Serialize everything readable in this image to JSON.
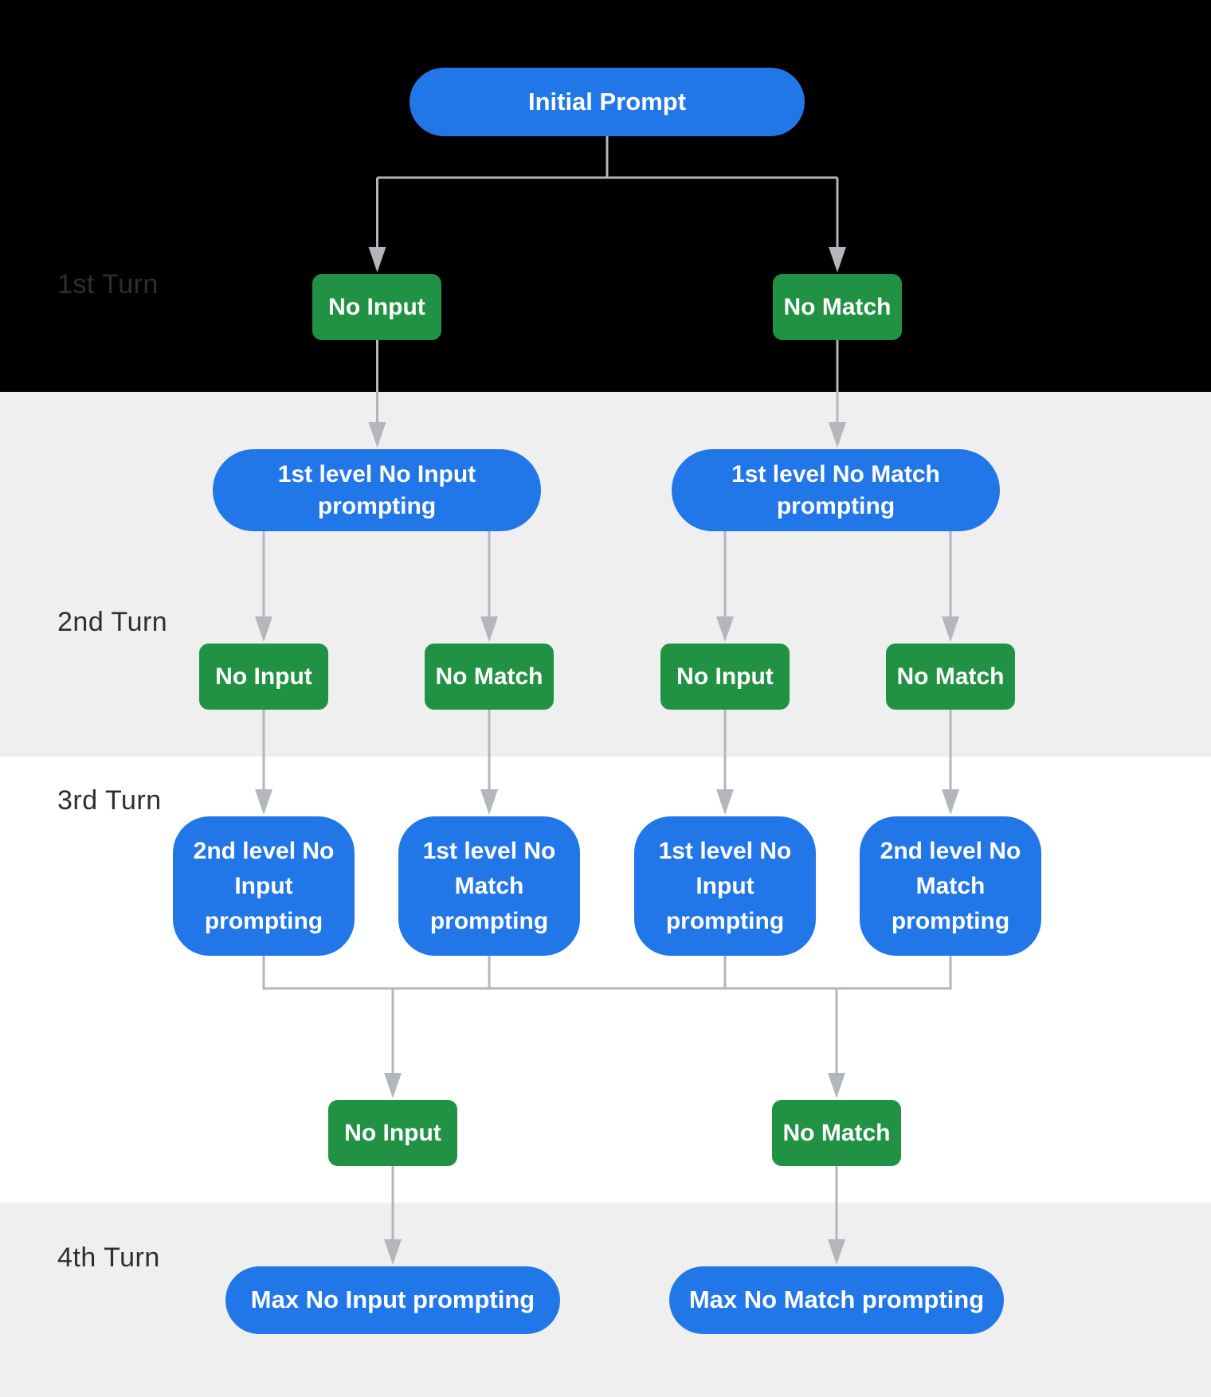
{
  "colors": {
    "blue": "#2277e8",
    "green": "#219243",
    "band-black": "#000000",
    "band-gray": "#efefef",
    "band-white": "#ffffff",
    "connector": "#b3b6bb",
    "label": "#2b2e33",
    "node-text": "#ffffff"
  },
  "turns": [
    "1st Turn",
    "2nd Turn",
    "3rd Turn",
    "4th Turn"
  ],
  "nodes": {
    "initial_prompt": "Initial Prompt",
    "t1": [
      "No Input",
      "No Match"
    ],
    "level1": [
      "1st level No Input prompting",
      "1st level No Match prompting"
    ],
    "t2": [
      "No Input",
      "No Match",
      "No Input",
      "No Match"
    ],
    "t3": [
      "2nd level No Input prompting",
      "1st level No Match prompting",
      "1st level No Input prompting",
      "2nd level No Match prompting"
    ],
    "merge": [
      "No Input",
      "No Match"
    ],
    "t4": [
      "Max No Input prompting",
      "Max No Match prompting"
    ]
  }
}
